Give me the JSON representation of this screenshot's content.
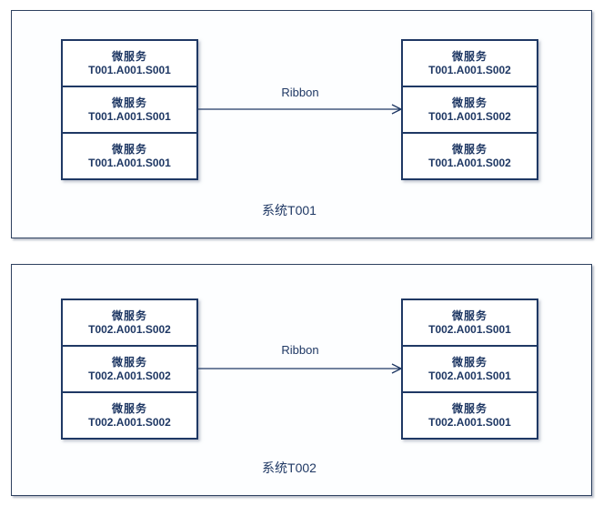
{
  "colors": {
    "navy": "#1f3864",
    "frame_border": "#2e4160",
    "background": "#ffffff"
  },
  "systems": [
    {
      "name": "系统T001",
      "arrow_label": "Ribbon",
      "left_stack": [
        {
          "title": "微服务",
          "id": "T001.A001.S001"
        },
        {
          "title": "微服务",
          "id": "T001.A001.S001"
        },
        {
          "title": "微服务",
          "id": "T001.A001.S001"
        }
      ],
      "right_stack": [
        {
          "title": "微服务",
          "id": "T001.A001.S002"
        },
        {
          "title": "微服务",
          "id": "T001.A001.S002"
        },
        {
          "title": "微服务",
          "id": "T001.A001.S002"
        }
      ]
    },
    {
      "name": "系统T002",
      "arrow_label": "Ribbon",
      "left_stack": [
        {
          "title": "微服务",
          "id": "T002.A001.S002"
        },
        {
          "title": "微服务",
          "id": "T002.A001.S002"
        },
        {
          "title": "微服务",
          "id": "T002.A001.S002"
        }
      ],
      "right_stack": [
        {
          "title": "微服务",
          "id": "T002.A001.S001"
        },
        {
          "title": "微服务",
          "id": "T002.A001.S001"
        },
        {
          "title": "微服务",
          "id": "T002.A001.S001"
        }
      ]
    }
  ]
}
